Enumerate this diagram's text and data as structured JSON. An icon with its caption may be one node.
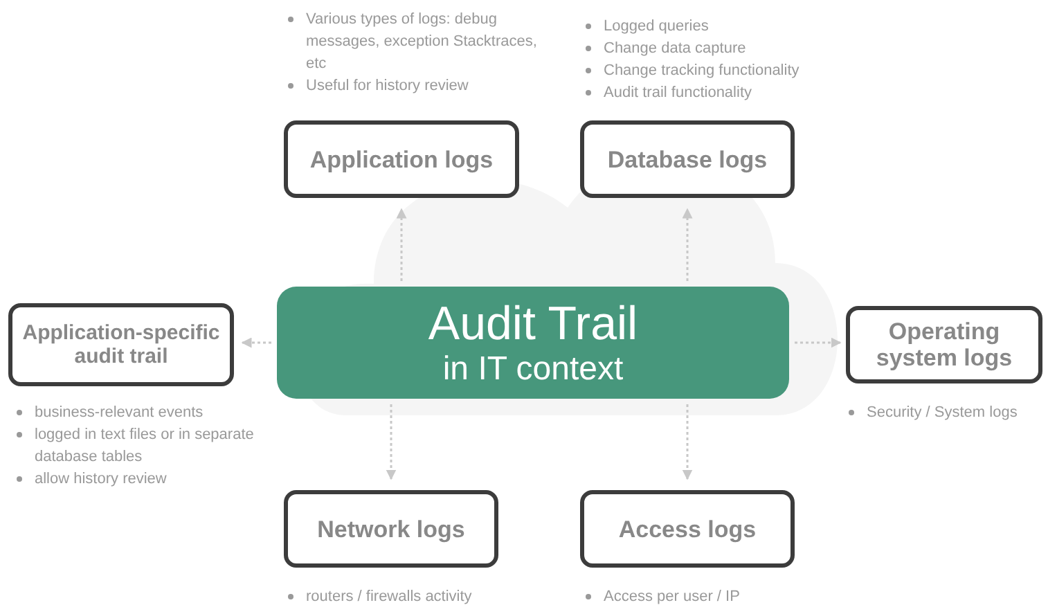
{
  "diagram": {
    "nodes": [
      {
        "text": [
          "Audit Trail",
          "in IT context"
        ]
      },
      {
        "text": [
          "Application logs"
        ],
        "beside": [
          "Various types of logs: debug messages, exception Stacktraces, etc",
          "Useful for history review"
        ]
      },
      {
        "text": [
          "Database logs"
        ],
        "beside": [
          "Logged queries",
          "Change data capture",
          "Change tracking functionality",
          "Audit trail functionality"
        ]
      },
      {
        "text": [
          "Application-specific audit trail"
        ],
        "beside": [
          "business-relevant events",
          "logged in text files or in separate database tables",
          "allow history review"
        ]
      },
      {
        "text": [
          "Operating system logs"
        ],
        "beside": [
          "Security / System logs"
        ]
      },
      {
        "text": [
          "Network logs"
        ],
        "beside": [
          "routers / firewalls activity"
        ]
      },
      {
        "text": [
          "Access logs"
        ],
        "beside": [
          "Access per user / IP"
        ]
      }
    ],
    "edges": [
      {
        "from": 0,
        "to": 1,
        "arrow": "to",
        "style": "dashed"
      },
      {
        "from": 0,
        "to": 2,
        "arrow": "to",
        "style": "dashed"
      },
      {
        "from": 0,
        "to": 3,
        "arrow": "to",
        "style": "dashed"
      },
      {
        "from": 0,
        "to": 4,
        "arrow": "to",
        "style": "dashed"
      },
      {
        "from": 0,
        "to": 5,
        "arrow": "to",
        "style": "dashed"
      },
      {
        "from": 0,
        "to": 6,
        "arrow": "to",
        "style": "dashed"
      }
    ]
  }
}
